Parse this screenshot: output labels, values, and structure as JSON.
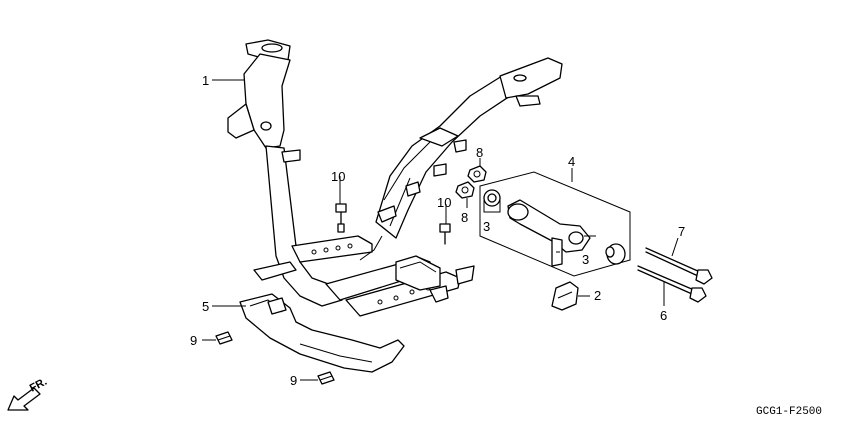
{
  "diagram": {
    "callouts": {
      "c1": "1",
      "c2": "2",
      "c3a": "3",
      "c3b": "3",
      "c4": "4",
      "c5": "5",
      "c6": "6",
      "c7": "7",
      "c8a": "8",
      "c8b": "8",
      "c9a": "9",
      "c9b": "9",
      "c10a": "10",
      "c10b": "10"
    },
    "front_label": "FR.",
    "drawing_code": "GCG1-F2500"
  },
  "colors": {
    "line": "#000000",
    "background": "#ffffff"
  }
}
